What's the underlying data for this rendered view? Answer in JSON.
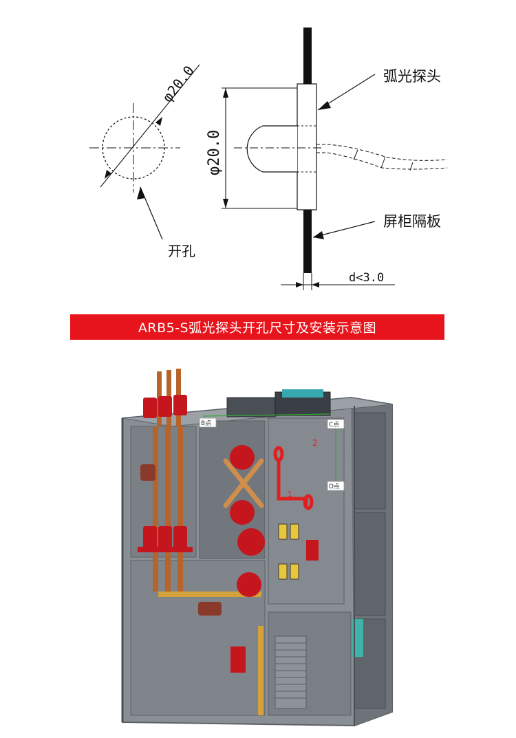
{
  "drawing": {
    "hole_diameter": "φ20.0",
    "probe_diameter": "φ20.0",
    "hole_label": "开孔",
    "probe_label": "弧光探头",
    "panel_label": "屏柜隔板",
    "gap_label": "d<3.0"
  },
  "banner": {
    "title": "ARB5-S弧光探头开孔尺寸及安装示意图",
    "color": "#e8141b"
  },
  "cabinet": {
    "point_b": "B点",
    "point_c": "C点",
    "point_d": "D点",
    "marker_1": "1",
    "marker_2": "2"
  }
}
